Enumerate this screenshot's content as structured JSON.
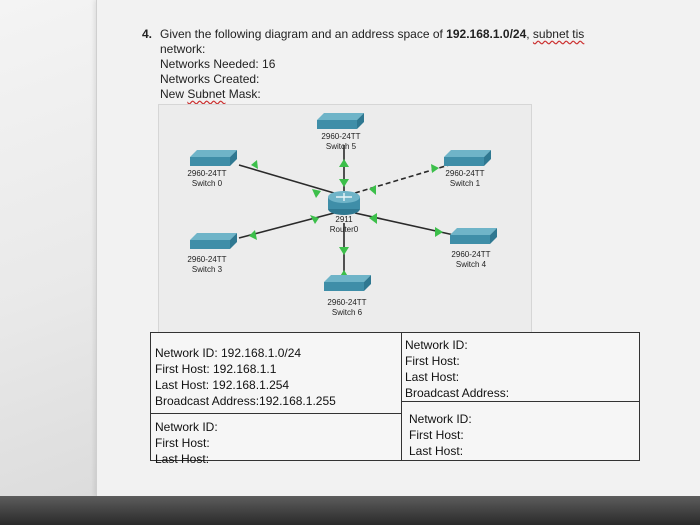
{
  "question": {
    "number": "4.",
    "line1_prefix": "Given the following diagram and an address space of ",
    "line1_address": "192.168.1.0/24",
    "line1_sep": ", ",
    "line1_typo": "subnet tis",
    "line2": "network:",
    "networks_needed": "Networks Needed: 16",
    "networks_created": "Networks Created:",
    "mask_prefix": "New ",
    "mask_word": "Subnet",
    "mask_suffix": " Mask:"
  },
  "diagram": {
    "router": {
      "model": "2911",
      "name": "Router0"
    },
    "switches": [
      {
        "model": "2960-24TT",
        "name": "Switch 0"
      },
      {
        "model": "2960-24TT",
        "name": "Switch 1"
      },
      {
        "model": "2960-24TT",
        "name": "Switch 3"
      },
      {
        "model": "2960-24TT",
        "name": "Switch 4"
      },
      {
        "model": "2960-24TT",
        "name": "Switch 5"
      },
      {
        "model": "2960-24TT",
        "name": "Switch 6"
      }
    ],
    "colors": {
      "link": "#2a2a2a",
      "link_up": "#3cbf4a",
      "device": "#3f8ea8",
      "device_top": "#6fb4c8"
    }
  },
  "table": {
    "left_top": [
      "Network ID: 192.168.1.0/24",
      "First Host: 192.168.1.1",
      "Last Host: 192.168.1.254",
      "Broadcast Address:192.168.1.255"
    ],
    "left_bottom": [
      "Network ID:",
      "First Host:",
      "Last Host:"
    ],
    "right_top": [
      "Network ID:",
      "First Host:",
      "Last Host:",
      "Broadcast Address:"
    ],
    "right_bottom": [
      "Network ID:",
      "First Host:",
      "Last Host:"
    ]
  }
}
